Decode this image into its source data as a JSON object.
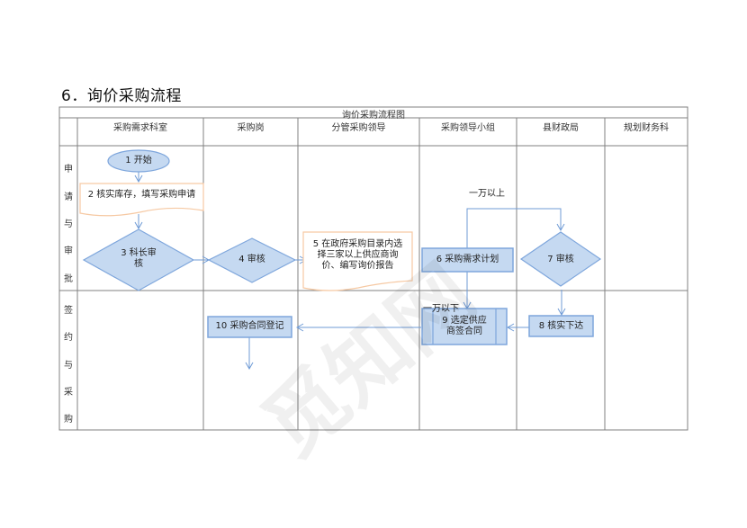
{
  "heading": "6．询价采购流程",
  "table": {
    "title": "询价采购流程图",
    "columns": [
      "采购需求科室",
      "采购岗",
      "分管采购领导",
      "采购领导小组",
      "县财政局",
      "规划财务科"
    ],
    "rows": [
      {
        "label_chars": [
          "申",
          "请",
          "与",
          "审",
          "批"
        ]
      },
      {
        "label_chars": [
          "签",
          "约",
          "与",
          "采",
          "购"
        ]
      }
    ]
  },
  "nodes": [
    {
      "id": "1",
      "shape": "ellipse",
      "text": "1 开始"
    },
    {
      "id": "2",
      "shape": "document",
      "text": "2 核实库存，填写采购申请"
    },
    {
      "id": "3",
      "shape": "diamond",
      "text_line1": "3 科长审",
      "text_line2": "核"
    },
    {
      "id": "4",
      "shape": "diamond",
      "text": "4 审核"
    },
    {
      "id": "5",
      "shape": "document",
      "text_line1": "5 在政府采购目录内选",
      "text_line2": "择三家以上供应商询",
      "text_line3": "价、编写询价报告"
    },
    {
      "id": "6",
      "shape": "rect",
      "text": "6 采购需求计划"
    },
    {
      "id": "7",
      "shape": "diamond",
      "text": "7 审核"
    },
    {
      "id": "8",
      "shape": "rect",
      "text": "8 核实下达"
    },
    {
      "id": "9",
      "shape": "predefined-process",
      "text_line1": "9 选定供应",
      "text_line2": "商签合同"
    },
    {
      "id": "10",
      "shape": "rect",
      "text": "10 采购合同登记"
    }
  ],
  "edge_labels": {
    "above_10k": "一万以上",
    "below_10k": "一万以下"
  },
  "colors": {
    "node_fill": "#c5d9f1",
    "node_stroke": "#7ea6dc",
    "doc_stroke": "#f6c9a3",
    "grid_line": "#808080"
  },
  "watermark": "觅知网"
}
